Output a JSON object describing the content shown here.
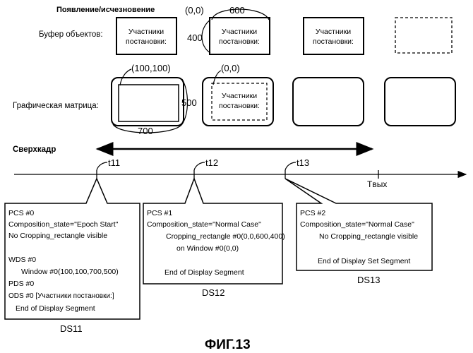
{
  "header": {
    "title": "Появление/исчезновение",
    "object_buffer_label": "Буфер объектов:",
    "graphics_matrix_label": "Графическая матрица:",
    "superframe_label": "Сверхкадр"
  },
  "object_buffer": {
    "box_text_line1": "Участники",
    "box_text_line2": "постановки:",
    "origin_label": "(0,0)",
    "width_label": "600",
    "height_label": "400"
  },
  "graphics_matrix": {
    "window_origin_label": "(100,100)",
    "window_width_label": "700",
    "window_height_label": "500",
    "crop_origin_label": "(0,0)",
    "box_text_line1": "Участники",
    "box_text_line2": "постановки:"
  },
  "timeline": {
    "ticks": [
      "t11",
      "t12",
      "t13"
    ],
    "out_label": "Tвых"
  },
  "ds11": {
    "caption": "DS11",
    "lines": [
      "PCS #0",
      "Composition_state=\"Epoch Start\"",
      "No Cropping_rectangle visible",
      "WDS #0",
      "Window #0(100,100,700,500)",
      "PDS #0",
      "ODS #0 [Участники постановки:]",
      "End of Display Segment"
    ]
  },
  "ds12": {
    "caption": "DS12",
    "lines": [
      "PCS #1",
      "Composition_state=\"Normal Case\"",
      "Cropping_rectangle #0(0,0,600,400)",
      "on Window #0(0,0)",
      "End of Display Segment"
    ]
  },
  "ds13": {
    "caption": "DS13",
    "lines": [
      "PCS #2",
      "Composition_state=\"Normal Case\"",
      "No Cropping_rectangle visible",
      "End of Display Set Segment"
    ]
  },
  "figure": {
    "caption": "ФИГ.13"
  }
}
